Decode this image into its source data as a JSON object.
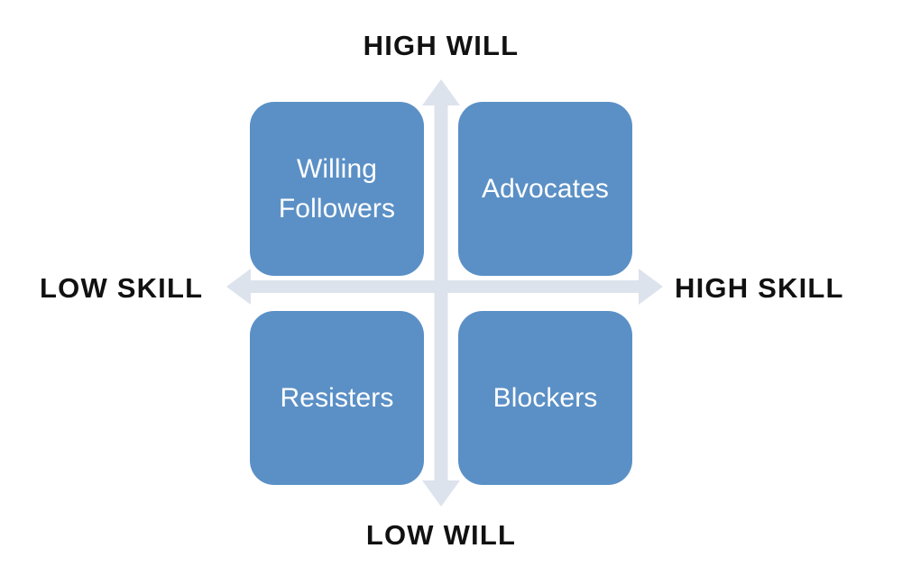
{
  "diagram": {
    "type": "2x2-matrix",
    "title_visible": false,
    "background_color": "#ffffff",
    "box_color": "#5b90c6",
    "box_text_color": "#ffffff",
    "arrow_color": "#dde3ec",
    "axis_label_color": "#111111",
    "axes": {
      "vertical": {
        "top_label": "HIGH WILL",
        "bottom_label": "LOW WILL"
      },
      "horizontal": {
        "left_label": "LOW SKILL",
        "right_label": "HIGH SKILL"
      }
    },
    "quadrants": [
      {
        "id": "willing-followers",
        "label": "Willing\nFollowers",
        "position": "top-left",
        "skill": "LOW SKILL",
        "will": "HIGH WILL"
      },
      {
        "id": "advocates",
        "label": "Advocates",
        "position": "top-right",
        "skill": "HIGH SKILL",
        "will": "HIGH WILL"
      },
      {
        "id": "resisters",
        "label": "Resisters",
        "position": "bottom-left",
        "skill": "LOW SKILL",
        "will": "LOW WILL"
      },
      {
        "id": "blockers",
        "label": "Blockers",
        "position": "bottom-right",
        "skill": "HIGH SKILL",
        "will": "LOW WILL"
      }
    ]
  }
}
